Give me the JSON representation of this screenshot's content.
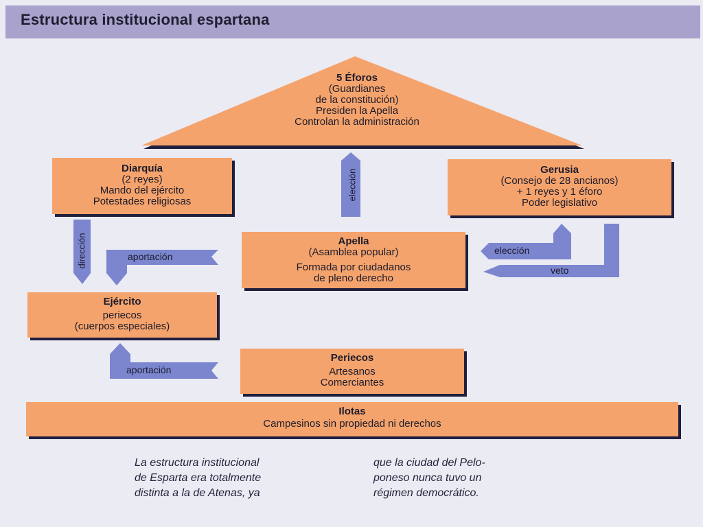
{
  "header": {
    "title": "Estructura institucional espartana"
  },
  "eforos": {
    "title": "5 Éforos",
    "lines": [
      "(Guardianes",
      "de la constitución)",
      "Presiden la Apella",
      "Controlan la administración"
    ]
  },
  "diarquia": {
    "title": "Diarquía",
    "lines": [
      "(2 reyes)",
      "Mando del ejército",
      "Potestades religiosas"
    ]
  },
  "gerusia": {
    "title": "Gerusia",
    "lines": [
      "(Consejo de 28 ancianos)",
      "+ 1 reyes y 1 éforo",
      "Poder legislativo"
    ]
  },
  "apella": {
    "title": "Apella",
    "lines": [
      "(Asamblea popular)",
      "Formada por ciudadanos",
      "de pleno derecho"
    ]
  },
  "ejercito": {
    "title": "Ejército",
    "lines": [
      "periecos",
      "(cuerpos especiales)"
    ]
  },
  "periecos": {
    "title": "Periecos",
    "lines": [
      "Artesanos",
      "Comerciantes"
    ]
  },
  "ilotas": {
    "title": "Ilotas",
    "lines": [
      "Campesinos sin propiedad ni derechos"
    ]
  },
  "arrows": {
    "eleccion_vertical": "elección",
    "direccion": "dirección",
    "aportacion_top": "aportación",
    "aportacion_bottom": "aportación",
    "eleccion_right": "elección",
    "veto": "veto"
  },
  "caption": {
    "left": [
      "La estructura institucional",
      "de Esparta era totalmente",
      "distinta a la de Atenas,  ya"
    ],
    "right": [
      "que la ciudad del Pelo-",
      "poneso nunca tuvo un",
      "régimen democrático."
    ]
  },
  "colors": {
    "box": "#f5a36c",
    "arrow": "#7b86cf",
    "shadow": "#1f1f3e",
    "header": "#a9a2cc",
    "background": "#ebebf4"
  }
}
